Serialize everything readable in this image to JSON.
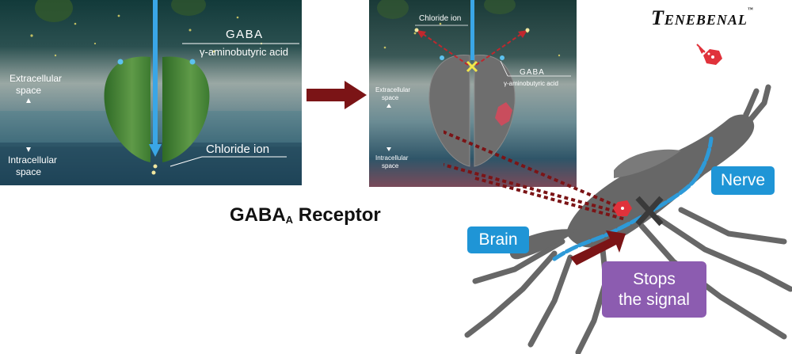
{
  "brand": {
    "logo_text": "TENEBENAL",
    "trademark": "™"
  },
  "panel_left": {
    "gaba_label": "GABA",
    "gaba_full": "γ-aminobutyric acid",
    "extracellular_line1": "Extracellular",
    "extracellular_line2": "space",
    "intracellular_line1": "Intracellular",
    "intracellular_line2": "space",
    "chloride_label": "Chloride ion"
  },
  "panel_right": {
    "chloride_label": "Chloride ion",
    "gaba_label": "GABA",
    "gaba_full": "γ-aminobutyric acid",
    "extracellular_line1": "Extracellular",
    "extracellular_line2": "space",
    "intracellular_line1": "Intracellular",
    "intracellular_line2": "space"
  },
  "caption": {
    "main": "GABA",
    "subscript": "A",
    "suffix": " Receptor"
  },
  "labels": {
    "brain": "Brain",
    "nerve": "Nerve",
    "stops_line1": "Stops",
    "stops_line2": "the signal"
  },
  "colors": {
    "pill_blue": "#1f95d6",
    "pill_purple": "#8c5cb0",
    "arrow_red": "#7b1416",
    "nerve_blue": "#2e9ad8",
    "mosquito_gray": "#676767",
    "receptor_green": "#4d8a3a",
    "receptor_gray": "#6e6e6e"
  }
}
